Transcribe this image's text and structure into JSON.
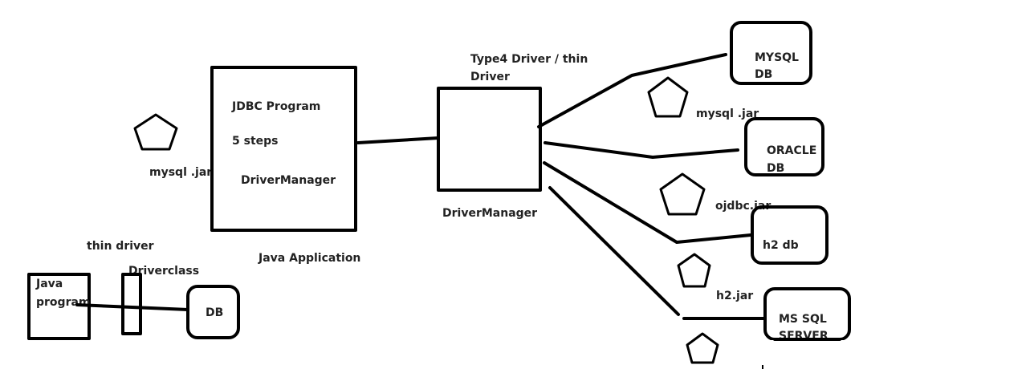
{
  "jdbc_program": {
    "title": "JDBC Program",
    "steps": "5 steps",
    "driver_manager": "DriverManager"
  },
  "java_application_label": "Java Application",
  "left_jar_label": "mysql .jar",
  "driver": {
    "type_line1": "Type4 Driver / thin",
    "type_line2": "Driver",
    "label": "DriverManager"
  },
  "databases": {
    "mysql": {
      "line1": "MYSQL",
      "line2": "DB",
      "jar": "mysql .jar"
    },
    "oracle": {
      "line1": "ORACLE",
      "line2": "DB",
      "jar": "ojdbc.jar"
    },
    "h2": {
      "line1": "h2 db",
      "jar": "h2.jar"
    },
    "mssql": {
      "line1": "MS SQL",
      "line2": "SERVER"
    }
  },
  "thin_driver_diagram": {
    "title": "thin driver",
    "driverclass": "Driverclass",
    "java_line1": "Java",
    "java_line2": "program",
    "db": "DB"
  }
}
